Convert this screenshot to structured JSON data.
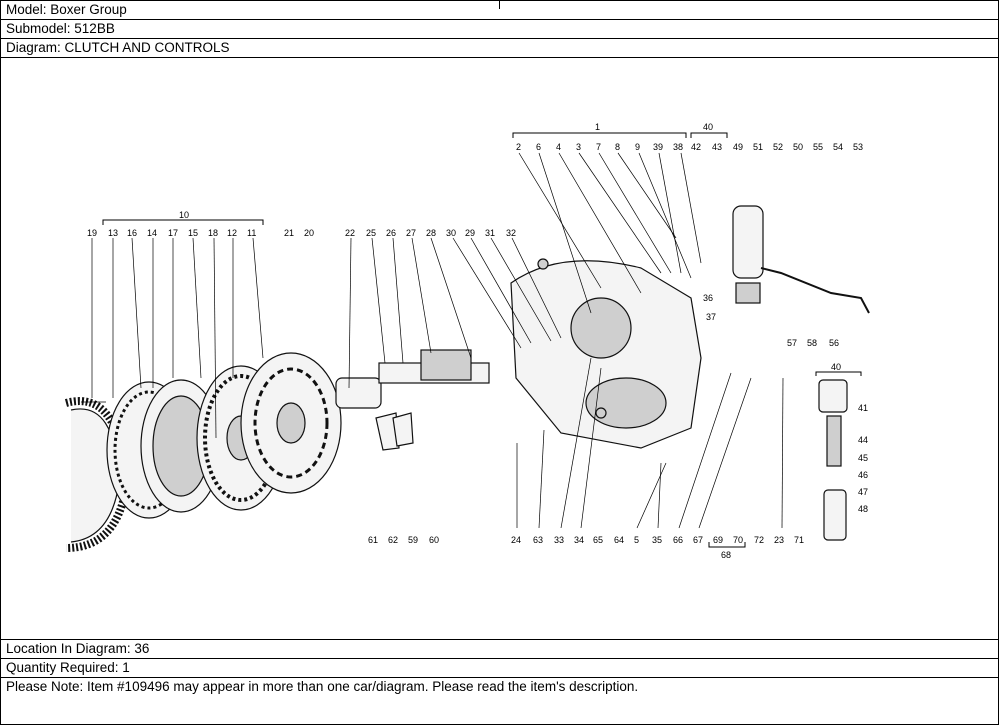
{
  "header": {
    "model": "Model: Boxer Group",
    "submodel": "Submodel: 512BB",
    "diagram": "Diagram: CLUTCH AND CONTROLS"
  },
  "footer": {
    "location": "Location In Diagram: 36",
    "quantity": "Quantity Required: 1",
    "note": "Please Note: Item #109496 may appear in more than one car/diagram. Please read the item's description."
  },
  "diagram": {
    "top_row_labels": [
      "19",
      "13",
      "16",
      "14",
      "17",
      "15",
      "18",
      "12",
      "11",
      "21",
      "20",
      "22",
      "25",
      "26",
      "27",
      "28",
      "30",
      "29",
      "31",
      "32"
    ],
    "top_right_labels": [
      "2",
      "6",
      "4",
      "3",
      "7",
      "8",
      "9",
      "39",
      "38",
      "42",
      "43",
      "49",
      "51",
      "52",
      "50",
      "55",
      "54",
      "53"
    ],
    "side_labels": [
      "36",
      "37",
      "57",
      "58",
      "56",
      "41",
      "44",
      "45",
      "46",
      "47",
      "48"
    ],
    "bottom_row_labels": [
      "61",
      "62",
      "59",
      "60",
      "24",
      "63",
      "33",
      "34",
      "65",
      "64",
      "5",
      "35",
      "66",
      "67",
      "69",
      "70",
      "72",
      "23",
      "71"
    ],
    "group_labels": [
      "10",
      "1",
      "40",
      "40",
      "68"
    ]
  }
}
